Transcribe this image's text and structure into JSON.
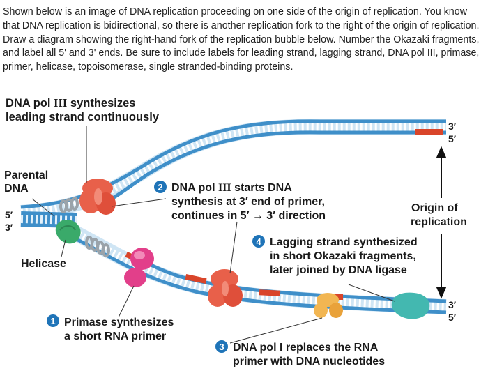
{
  "question": "Shown below is an image of DNA replication proceeding on one side of the origin of replication. You know that DNA replication is bidirectional, so there is another replication fork to the right of the origin of replication. Draw a diagram showing the right-hand fork of the replication bubble below. Number the Okazaki fragments, and label all 5' and 3' ends. Be sure to include labels for leading strand, lagging strand, DNA pol III, primase, primer, helicase, topoisomerase, single stranded-binding proteins.",
  "labels": {
    "leading_line1_a": "DNA pol ",
    "leading_line1_b": "III",
    "leading_line1_c": " synthesizes",
    "leading_line2": "leading strand continuously",
    "parental_line1": "Parental",
    "parental_line2": "DNA",
    "helicase": "Helicase",
    "origin_line1": "Origin of",
    "origin_line2": "replication",
    "step2_num": "2",
    "step2_line1_a": "DNA pol ",
    "step2_line1_b": "III",
    "step2_line1_c": " starts DNA",
    "step2_line2": "synthesis at 3′ end of primer,",
    "step2_line3": "continues in 5′ → 3′ direction",
    "step4_num": "4",
    "step4_line1": "Lagging strand synthesized",
    "step4_line2": "in short Okazaki fragments,",
    "step4_line3": "later joined by DNA ligase",
    "step1_num": "1",
    "step1_line1": "Primase synthesizes",
    "step1_line2": "a short RNA primer",
    "step3_num": "3",
    "step3_line1": "DNA pol I replaces the RNA",
    "step3_line2": "primer with DNA nucleotides",
    "end_left_top": "5′",
    "end_left_bottom": "3′",
    "end_right_top_a": "3′",
    "end_right_top_b": "5′",
    "end_right_bottom_a": "3′",
    "end_right_bottom_b": "5′"
  },
  "colors": {
    "strand": "#3f8fc9",
    "strand_edge": "#2a6a9c",
    "rungs": "#e4f1fa",
    "primer": "#d9452a",
    "pol3": "#e8604a",
    "primase": "#e23f8a",
    "helicase": "#3aaa6a",
    "ligase": "#43b8b0",
    "pol1": "#f2b652",
    "clamp": "#9aa3aa",
    "badge": "#1f74b8"
  }
}
